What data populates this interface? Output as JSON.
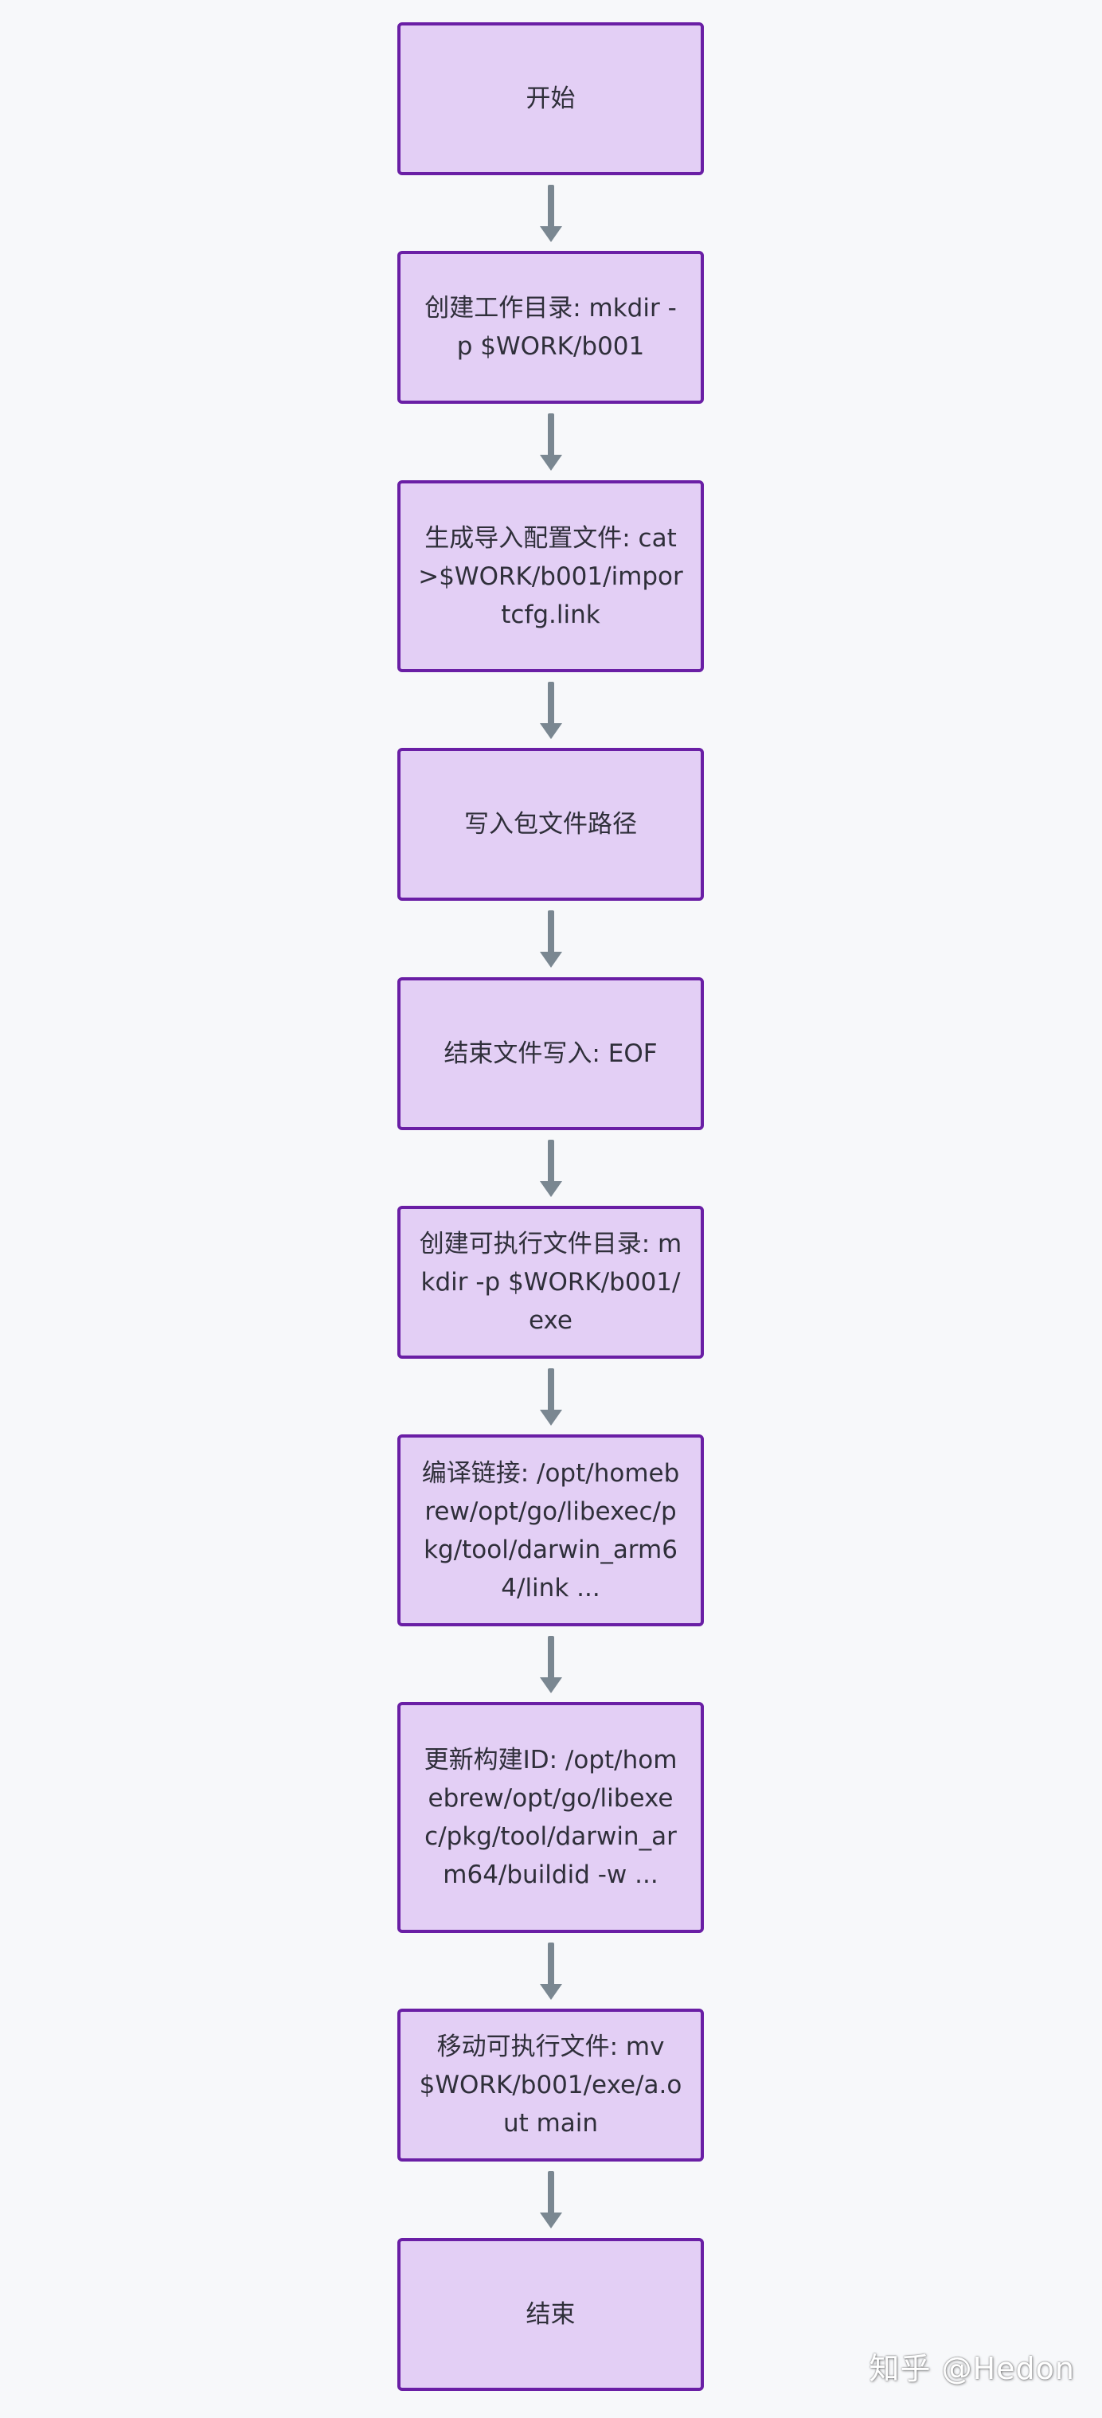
{
  "diagram": {
    "nodes": [
      "开始",
      "创建工作目录: mkdir -p $WORK/b001",
      "生成导入配置文件: cat >$WORK/b001/importcfg.link",
      "写入包文件路径",
      "结束文件写入: EOF",
      "创建可执行文件目录: mkdir -p $WORK/b001/exe",
      "编译链接: /opt/homebrew/opt/go/libexec/pkg/tool/darwin_arm64/link ...",
      "更新构建ID: /opt/homebrew/opt/go/libexec/pkg/tool/darwin_arm64/buildid -w ...",
      "移动可执行文件: mv $WORK/b001/exe/a.out main",
      "结束"
    ],
    "colors": {
      "node_fill": "#e3cff5",
      "node_border": "#6a1fa5",
      "arrow": "#7a8791",
      "background": "#f7f8fa"
    }
  },
  "watermark": "知乎 @Hedon"
}
